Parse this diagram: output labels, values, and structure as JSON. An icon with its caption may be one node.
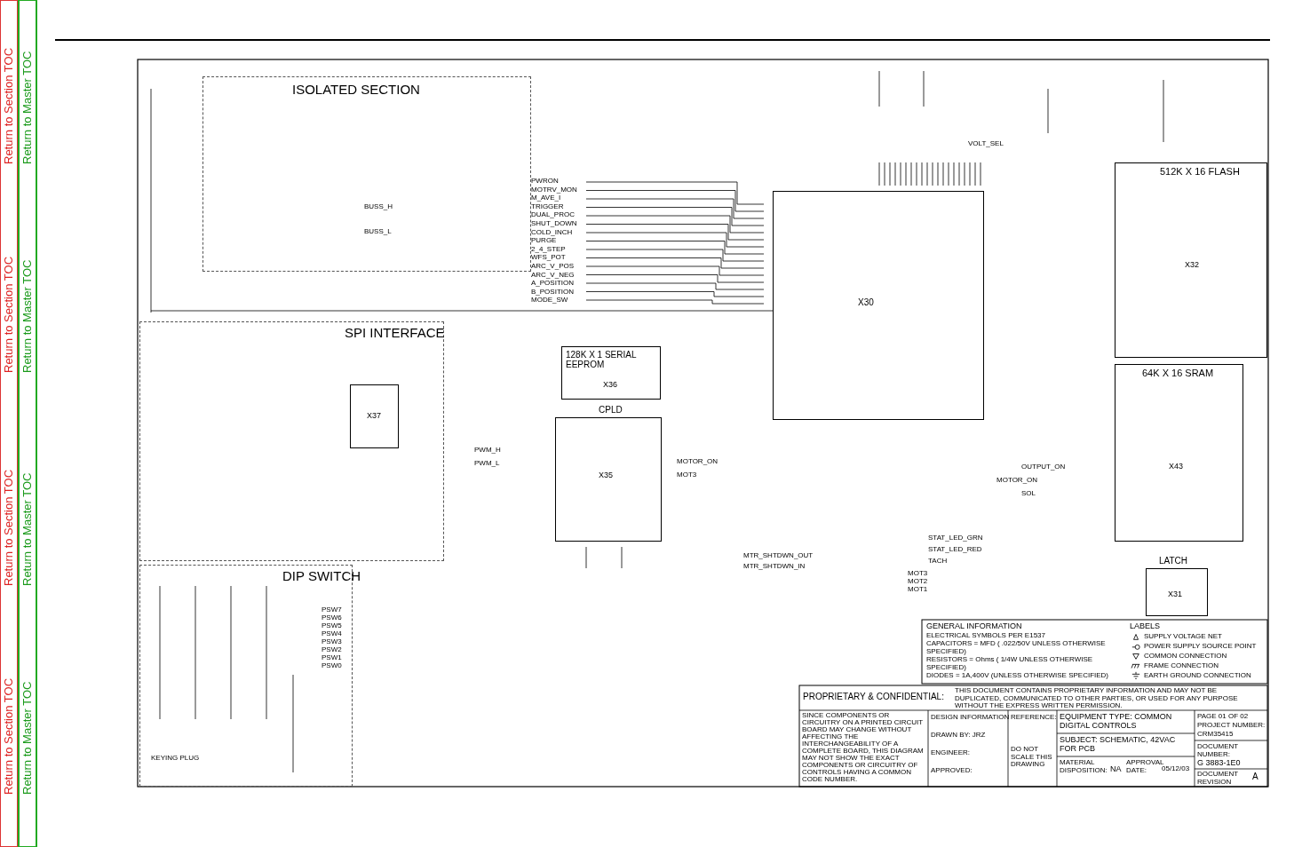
{
  "diagram": {
    "nodes": [
      {
        "text": [
          "ISOLATED SECTION"
        ]
      },
      {
        "text": [
          "SPI INTERFACE"
        ]
      },
      {
        "text": [
          "DIP SWITCH"
        ]
      },
      {
        "text": [
          "X30"
        ]
      },
      {
        "text": [
          "128K X 1 SERIAL EEPROM",
          "X36"
        ]
      },
      {
        "text": [
          "CPLD",
          "X35"
        ]
      },
      {
        "text": [
          "512K X 16 FLASH",
          "X32"
        ]
      },
      {
        "text": [
          "64K X 16 SRAM",
          "X43"
        ]
      },
      {
        "text": [
          "LATCH",
          "X31"
        ]
      },
      {
        "text": [
          "X37"
        ],
        "in": 1
      },
      {
        "text": [
          "GENERAL INFORMATION",
          "ELECTRICAL SYMBOLS PER E1537",
          "CAPACITORS = MFD ( .022/50V UNLESS OTHERWISE SPECIFIED)",
          "RESISTORS = Ohms ( 1/4W UNLESS OTHERWISE SPECIFIED)",
          "DIODES = 1A,400V (UNLESS OTHERWISE SPECIFIED)"
        ]
      }
    ],
    "edges": [],
    "labels": [
      "Return to Section TOC",
      "Return to Master TOC",
      "Return to Section TOC",
      "Return to Master TOC",
      "Return to Section TOC",
      "Return to Master TOC",
      "Return to Section TOC",
      "Return to Master TOC",
      "PWRON",
      "MOTRV_MON",
      "M_AVE_I",
      "TRIGGER",
      "DUAL_PROC",
      "SHUT_DOWN",
      "COLD_INCH",
      "PURGE",
      "2_4_STEP",
      "WFS_POT",
      "ARC_V_POS",
      "ARC_V_NEG",
      "A_POSITION",
      "B_POSITION",
      "MODE_SW",
      "VOLT_SEL",
      "BUSS_H",
      "BUSS_L",
      "PWM_H",
      "PWM_L",
      "MOTOR_ON",
      "MOT3",
      "OUTPUT_ON",
      "MOTOR_ON",
      "SOL",
      "STAT_LED_GRN",
      "STAT_LED_RED",
      "TACH",
      "MTR_SHTDWN_OUT",
      "MTR_SHTDWN_IN",
      "MOT3",
      "MOT2",
      "MOT1",
      "PSW7",
      "PSW6",
      "PSW5",
      "PSW4",
      "PSW3",
      "PSW2",
      "PSW1",
      "PSW0",
      "KEYING PLUG",
      "LABELS",
      "PROPRIETARY & CONFIDENTIAL:",
      "THIS DOCUMENT CONTAINS PROPRIETARY INFORMATION AND MAY NOT BE DUPLICATED, COMMUNICATED TO OTHER PARTIES, OR USED FOR ANY PURPOSE WITHOUT THE EXPRESS WRITTEN PERMISSION.",
      "SINCE COMPONENTS OR CIRCUITRY ON A PRINTED CIRCUIT BOARD MAY CHANGE WITHOUT AFFECTING THE INTERCHANGEABILITY OF A COMPLETE BOARD, THIS DIAGRAM MAY NOT SHOW THE EXACT COMPONENTS OR CIRCUITRY OF CONTROLS HAVING A COMMON CODE NUMBER.",
      "DESIGN INFORMATION",
      "DRAWN BY: JRZ",
      "ENGINEER:",
      "APPROVED:",
      "REFERENCE:",
      "DO NOT SCALE THIS DRAWING",
      "EQUIPMENT TYPE: COMMON DIGITAL CONTROLS",
      "PAGE 01 OF 02",
      "SUBJECT: SCHEMATIC, 42VAC FOR PCB",
      "DOCUMENT NUMBER:",
      "DOCUMENT REVISION",
      "MATERIAL DISPOSITION:",
      "NA",
      "APPROVAL DATE:",
      "05/12/03",
      "PROJECT NUMBER:",
      "CRM35415",
      "G 3883-1E0",
      "A"
    ],
    "legend": [
      {
        "text": "SUPPLY VOLTAGE NET"
      },
      {
        "text": "POWER SUPPLY SOURCE POINT"
      },
      {
        "text": "COMMON CONNECTION"
      },
      {
        "text": "FRAME CONNECTION"
      },
      {
        "text": "EARTH GROUND CONNECTION"
      }
    ]
  }
}
